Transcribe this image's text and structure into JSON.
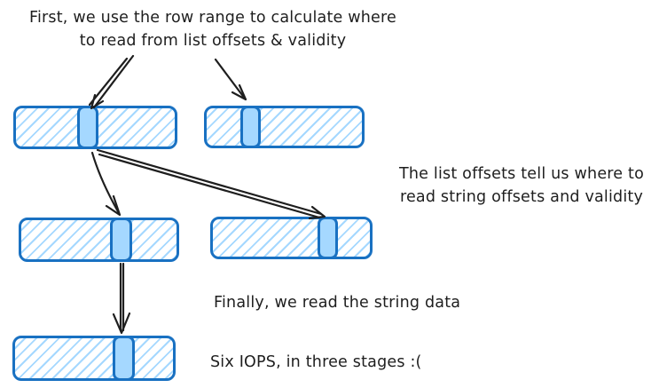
{
  "colors": {
    "stroke_blue": "#1971c2",
    "highlight_fill": "#a5d8ff",
    "hatch_blue": "#a5d8ff",
    "ink": "#1e1e1e",
    "background": "#ffffff"
  },
  "captions": {
    "step1": "First, we use the row range to calculate where\nto read from list offsets & validity",
    "step2": "The list offsets tell us where to\nread string offsets and validity",
    "step3": "Finally, we read the string data",
    "summary": "Six IOPS, in three stages :("
  }
}
